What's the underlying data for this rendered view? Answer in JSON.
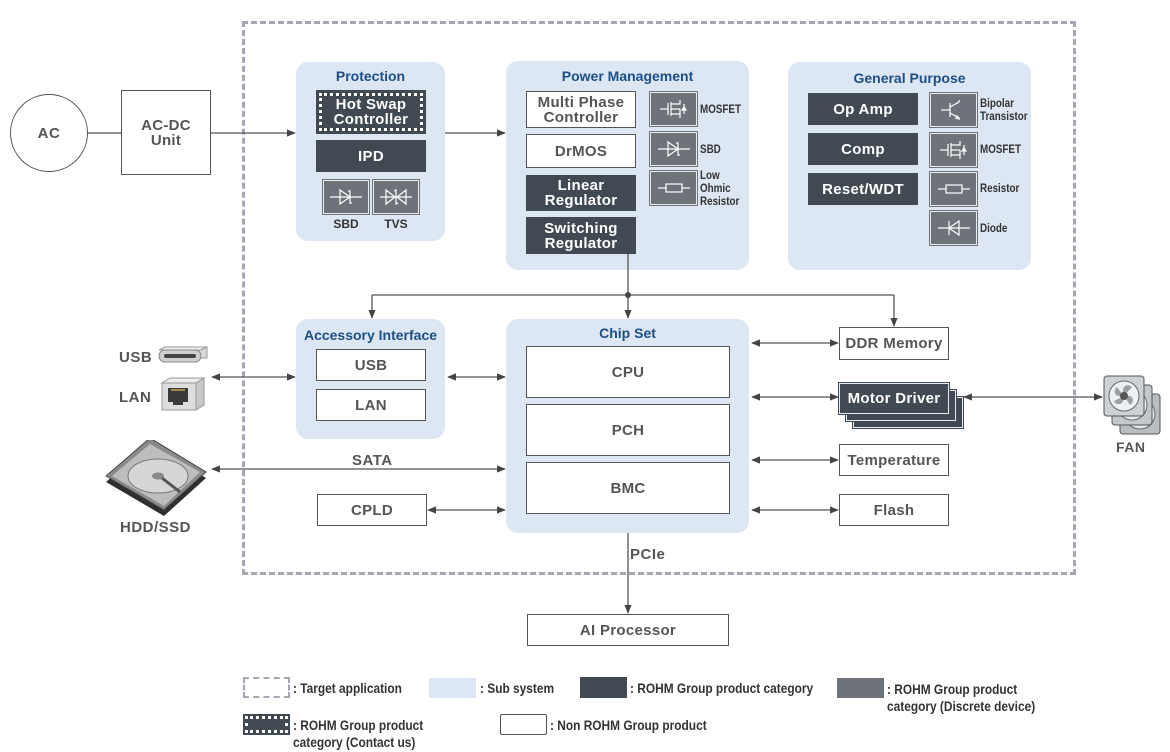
{
  "source": {
    "ac": "AC",
    "acdc": "AC-DC Unit"
  },
  "protection": {
    "title": "Protection",
    "hot_swap": "Hot Swap Controller",
    "ipd": "IPD",
    "sbd": "SBD",
    "tvs": "TVS"
  },
  "power": {
    "title": "Power Management",
    "multi_phase": "Multi Phase Controller",
    "drmos": "DrMOS",
    "linear": "Linear Regulator",
    "switching": "Switching Regulator",
    "mosfet": "MOSFET",
    "sbd": "SBD",
    "low_ohmic": "Low Ohmic Resistor"
  },
  "general": {
    "title": "General Purpose",
    "op_amp": "Op Amp",
    "comp": "Comp",
    "reset": "Reset/WDT",
    "bipolar": "Bipolar Transistor",
    "mosfet": "MOSFET",
    "resistor": "Resistor",
    "diode": "Diode"
  },
  "accessory": {
    "title": "Accessory Interface",
    "usb": "USB",
    "lan": "LAN"
  },
  "chipset": {
    "title": "Chip Set",
    "cpu": "CPU",
    "pch": "PCH",
    "bmc": "BMC"
  },
  "peripherals": {
    "ddr": "DDR Memory",
    "motor": "Motor Driver",
    "temperature": "Temperature",
    "flash": "Flash",
    "cpld": "CPLD",
    "ai": "AI Processor"
  },
  "external": {
    "usb": "USB",
    "lan": "LAN",
    "hdd": "HDD/SSD",
    "fan": "FAN"
  },
  "links": {
    "sata": "SATA",
    "pcie": "PCIe"
  },
  "legend": {
    "target": ": Target application",
    "subsystem": ": Sub system",
    "rohm": ": ROHM Group product category",
    "rohm_discrete": ": ROHM Group product category (Discrete device)",
    "rohm_contact": ": ROHM Group product category (Contact us)",
    "non_rohm": ": Non ROHM Group product"
  },
  "colors": {
    "subsystem_bg": "#dde7f3",
    "title_blue": "#1d4e86",
    "rohm_dark": "#414a52",
    "rohm_discrete": "#6d7378",
    "target_border": "#a7a7b3"
  }
}
